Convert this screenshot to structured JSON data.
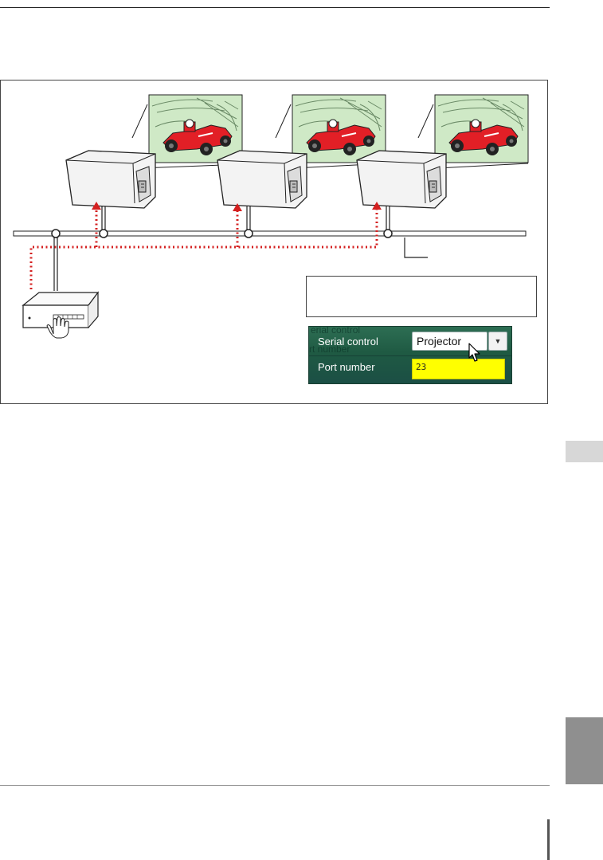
{
  "ui_panel": {
    "bg_word_1": "erial control",
    "bg_word_2": "rt number",
    "serial_control_label": "Serial control",
    "serial_control_value": "Projector",
    "dropdown_arrow": "▼",
    "port_number_label": "Port number",
    "port_number_value": "23"
  },
  "colors": {
    "signal_path": "#d42020",
    "ui_panel_green": "#1f5a43",
    "port_field_yellow": "#ffff00",
    "screen_green": "#cfe9c6"
  },
  "icons": [
    "projector-icon",
    "screen-image-icon",
    "race-car-icon",
    "network-hub-icon",
    "pointing-hand-icon",
    "mouse-cursor-icon",
    "chevron-down-icon"
  ]
}
